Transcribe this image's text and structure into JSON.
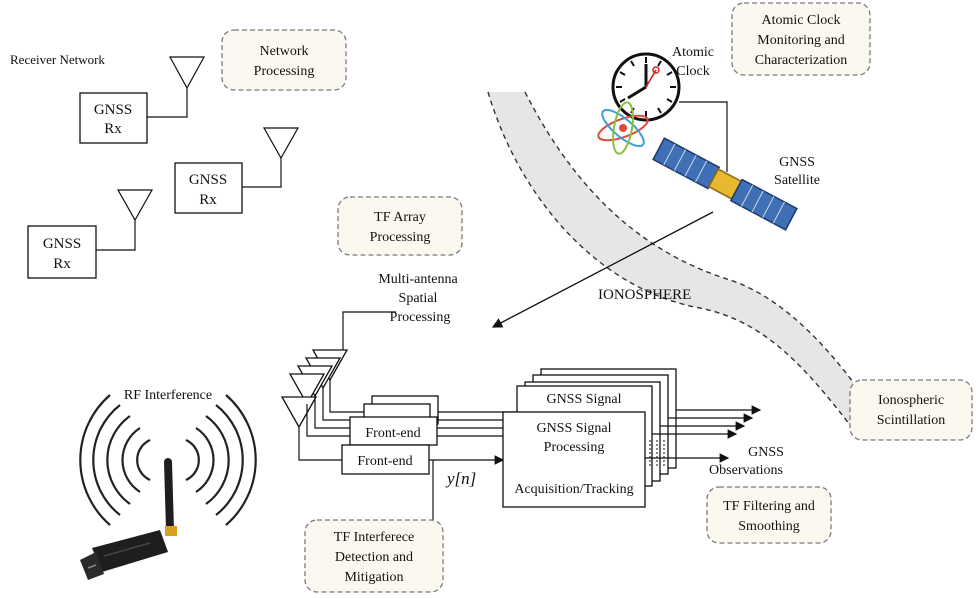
{
  "labels": {
    "receiver_network": "Receiver Network",
    "network_processing": [
      "Network",
      "Processing"
    ],
    "gnss_rx": [
      "GNSS",
      "Rx"
    ],
    "atomic_clock_monitoring": [
      "Atomic Clock",
      "Monitoring and",
      "Characterization"
    ],
    "atomic_clock": [
      "Atomic",
      "Clock"
    ],
    "gnss_satellite": [
      "GNSS",
      "Satellite"
    ],
    "tf_array_processing": [
      "TF Array",
      "Processing"
    ],
    "ionosphere": "IONOSPHERE",
    "multi_antenna": [
      "Multi-antenna",
      "Spatial",
      "Processing"
    ],
    "rf_interference": "RF Interference",
    "front_end": "Front-end",
    "gnss_signal": "GNSS Signal",
    "gnss_signal_processing": [
      "GNSS Signal",
      "Processing"
    ],
    "acquisition_tracking": "Acquisition/Tracking",
    "signal_name": "y[n]",
    "gnss_observations": [
      "GNSS",
      "Observations"
    ],
    "ionospheric_scintillation": [
      "Ionospheric",
      "Scintillation"
    ],
    "tf_filtering": [
      "TF Filtering and",
      "Smoothing"
    ],
    "tf_interference": [
      "TF Interferece",
      "Detection and",
      "Mitigation"
    ]
  },
  "colors": {
    "ionosphere_band": "#e6e6e6",
    "dashed_box_fill": "#fbf9ef",
    "satellite_panel": "#3f6fb5",
    "satellite_body": "#e8b830",
    "clock_hand_red": "#d22020",
    "atom_orbit_1": "#e04a3a",
    "atom_orbit_2": "#3aa0d8",
    "atom_orbit_3": "#8ac040",
    "jammer_body": "#1e1e1e",
    "jammer_tip": "#d8a020"
  }
}
